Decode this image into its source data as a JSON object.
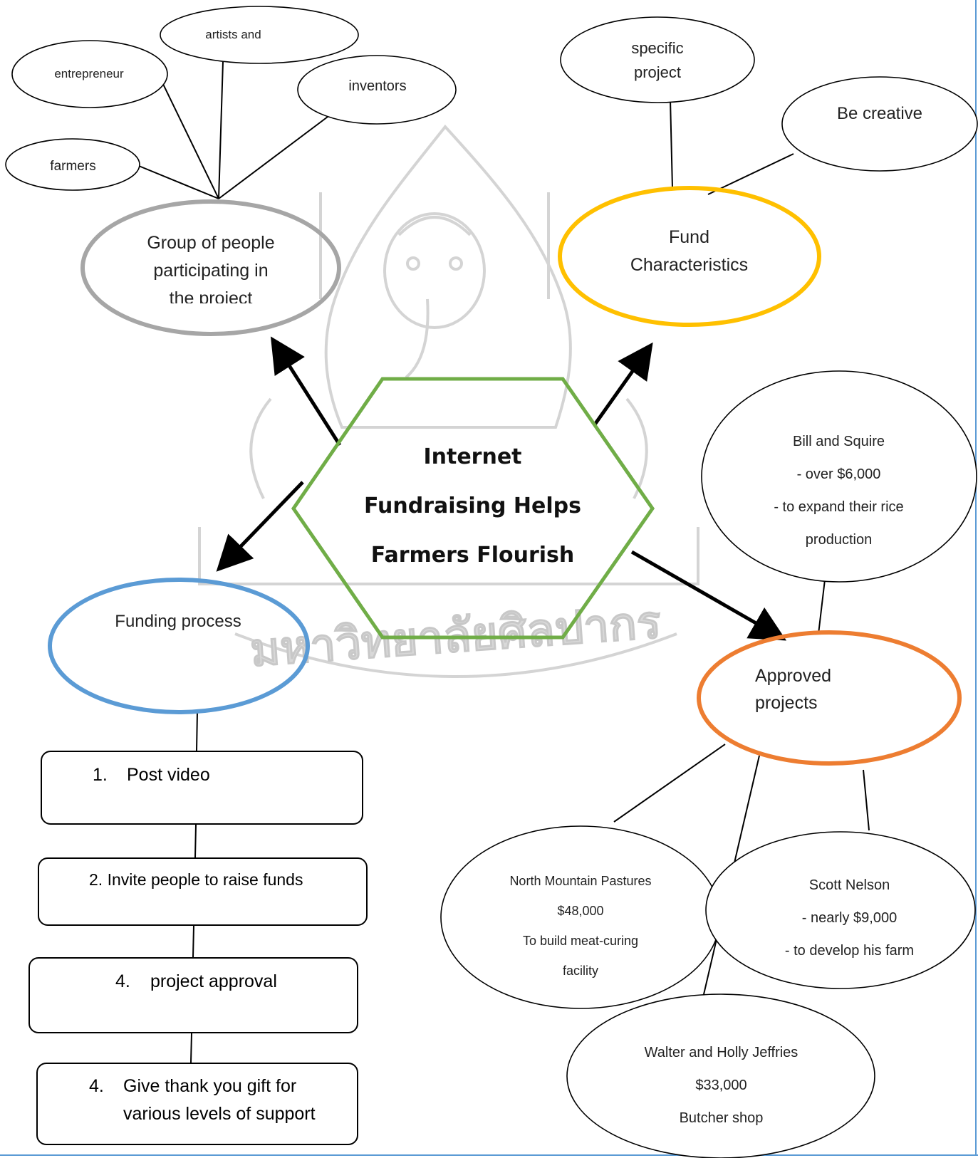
{
  "center": {
    "lines": [
      "Internet",
      "Fundraising Helps",
      "Farmers Flourish"
    ],
    "color": "#70ad47"
  },
  "participants": {
    "title_lines": [
      "Group of people",
      "participating in",
      "the project"
    ],
    "color": "#a6a6a6",
    "items": [
      "entrepreneur",
      "artists and",
      "inventors",
      "farmers"
    ]
  },
  "fund": {
    "title_lines": [
      "Fund",
      "Characteristics"
    ],
    "color": "#ffc000",
    "items": [
      [
        "specific",
        "project"
      ],
      [
        "Be creative"
      ]
    ]
  },
  "process": {
    "title": "Funding process",
    "color": "#5b9bd5",
    "steps": [
      {
        "num": "1.",
        "text": "Post video"
      },
      {
        "num": "2.",
        "text": "Invite people to raise funds"
      },
      {
        "num": "4.",
        "text": "project approval"
      },
      {
        "num": "4.",
        "text": "Give thank you gift for",
        "text2": "various levels of support"
      }
    ]
  },
  "approved": {
    "title_lines": [
      "Approved",
      "projects"
    ],
    "color": "#ed7d31",
    "projects": [
      {
        "lines": [
          "Bill and Squire",
          "- over $6,000",
          "-  to expand their rice",
          "production"
        ]
      },
      {
        "lines": [
          "North Mountain Pastures",
          "$48,000",
          "To build meat-curing",
          "facility"
        ]
      },
      {
        "lines": [
          "Scott Nelson",
          "- nearly $9,000",
          "- to develop his farm"
        ]
      },
      {
        "lines": [
          "Walter and Holly Jeffries",
          "$33,000",
          "Butcher shop"
        ]
      }
    ]
  },
  "frame_color": "#5b9bd5",
  "watermark": {
    "text": "มหาวิทยาลัยศิลปากร",
    "color": "#d0d0d0"
  }
}
